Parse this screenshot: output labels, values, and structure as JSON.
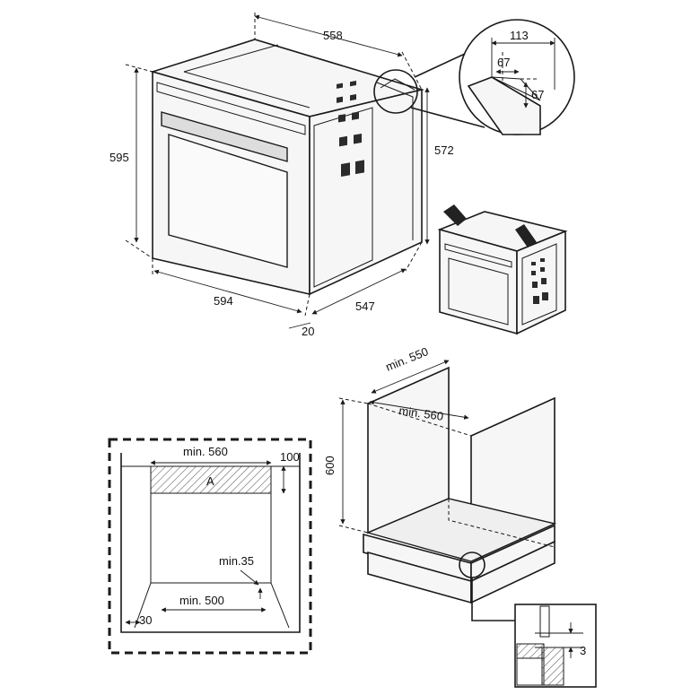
{
  "oven_dimensions": {
    "depth_top": "558",
    "height": "595",
    "body_height": "572",
    "width": "594",
    "body_depth": "547",
    "front_thickness": "20"
  },
  "corner_detail": {
    "width": "113",
    "notch_horizontal": "67",
    "notch_vertical": "67"
  },
  "cabinet_front": {
    "min_width_top": "min. 560",
    "top_gap": "100",
    "area_label": "A",
    "min_gap": "min.35",
    "min_width_bottom": "min. 500",
    "side": "30"
  },
  "cabinet_3d": {
    "min_depth": "min. 550",
    "min_width": "min. 560",
    "height": "600"
  },
  "base_detail": {
    "gap": "3"
  }
}
